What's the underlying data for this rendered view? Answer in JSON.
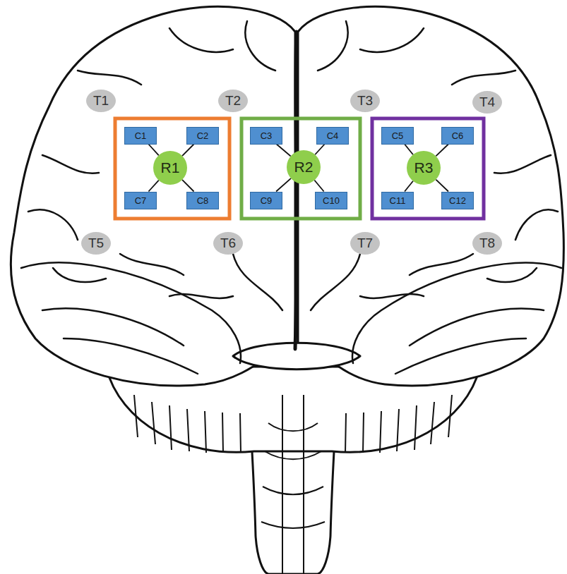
{
  "diagram": {
    "nodes": [
      {
        "text": [
          "T1"
        ]
      },
      {
        "text": [
          "T2"
        ]
      },
      {
        "text": [
          "T3"
        ]
      },
      {
        "text": [
          "T4"
        ]
      },
      {
        "text": [
          "C1"
        ]
      },
      {
        "text": [
          "C2"
        ]
      },
      {
        "text": [
          "C3"
        ]
      },
      {
        "text": [
          "C4"
        ]
      },
      {
        "text": [
          "C5"
        ]
      },
      {
        "text": [
          "C6"
        ]
      },
      {
        "text": [
          "R1"
        ]
      },
      {
        "text": [
          "R2"
        ]
      },
      {
        "text": [
          "R3"
        ]
      },
      {
        "text": [
          "C7"
        ]
      },
      {
        "text": [
          "C8"
        ]
      },
      {
        "text": [
          "C9"
        ]
      },
      {
        "text": [
          "C10"
        ]
      },
      {
        "text": [
          "C11"
        ]
      },
      {
        "text": [
          "C12"
        ]
      },
      {
        "text": [
          "T5"
        ]
      },
      {
        "text": [
          "T6"
        ]
      },
      {
        "text": [
          "T7"
        ]
      },
      {
        "text": [
          "T8"
        ]
      }
    ],
    "edges": [
      {
        "from": 4,
        "to": 10,
        "arrow": "none"
      },
      {
        "from": 5,
        "to": 10,
        "arrow": "none"
      },
      {
        "from": 13,
        "to": 10,
        "arrow": "none"
      },
      {
        "from": 14,
        "to": 10,
        "arrow": "none"
      },
      {
        "from": 6,
        "to": 11,
        "arrow": "none"
      },
      {
        "from": 7,
        "to": 11,
        "arrow": "none"
      },
      {
        "from": 15,
        "to": 11,
        "arrow": "none"
      },
      {
        "from": 16,
        "to": 11,
        "arrow": "none"
      },
      {
        "from": 8,
        "to": 12,
        "arrow": "none"
      },
      {
        "from": 9,
        "to": 12,
        "arrow": "none"
      },
      {
        "from": 17,
        "to": 12,
        "arrow": "none"
      },
      {
        "from": 18,
        "to": 12,
        "arrow": "none"
      }
    ]
  }
}
